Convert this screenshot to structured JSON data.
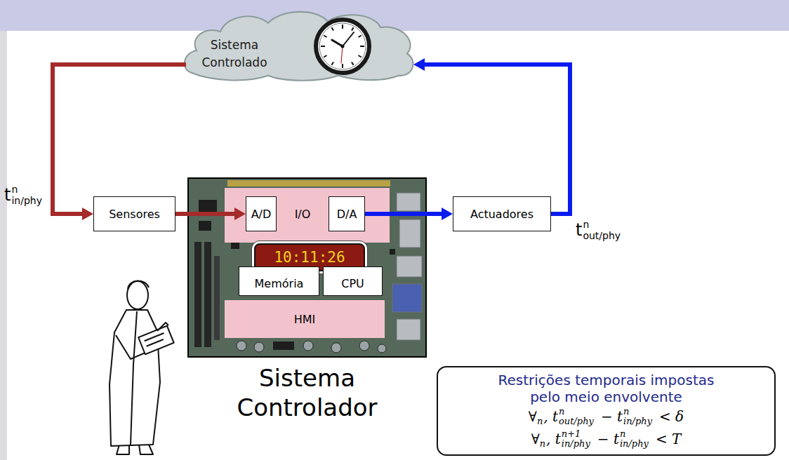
{
  "diagram": {
    "nodes": [
      {
        "text": [
          "Sistema Controlado"
        ]
      },
      {
        "text": [
          "Sensores"
        ]
      },
      {
        "text": [
          "Sistema Controlador"
        ]
      },
      {
        "text": [
          "I/O"
        ],
        "in": 2
      },
      {
        "text": [
          "A/D"
        ],
        "in": 3
      },
      {
        "text": [
          "D/A"
        ],
        "in": 3
      },
      {
        "text": [
          "10:11:26"
        ],
        "in": 2
      },
      {
        "text": [
          "Memória"
        ],
        "in": 2
      },
      {
        "text": [
          "CPU"
        ],
        "in": 2
      },
      {
        "text": [
          "HMI"
        ],
        "in": 2
      },
      {
        "text": [
          "Actuadores"
        ]
      },
      {
        "text": [
          "Restrições temporais impostas pelo meio envolvente",
          "∀",
          "n",
          ", t",
          "n",
          "out/phy",
          "− t",
          "n",
          "in/phy",
          "< δ",
          "∀",
          "n",
          ", t",
          "n+1",
          "in/phy",
          "− t",
          "n",
          "in/phy",
          "< T"
        ]
      }
    ],
    "edges": [
      {
        "from": 0,
        "to": 1,
        "arrow": "to"
      },
      {
        "from": 1,
        "to": 4,
        "arrow": "to"
      },
      {
        "from": 5,
        "to": 10,
        "arrow": "to"
      },
      {
        "from": 10,
        "to": 0,
        "arrow": "to"
      }
    ],
    "labels": [
      "t",
      "n",
      "in/phy",
      "t",
      "n",
      "out/phy"
    ]
  }
}
